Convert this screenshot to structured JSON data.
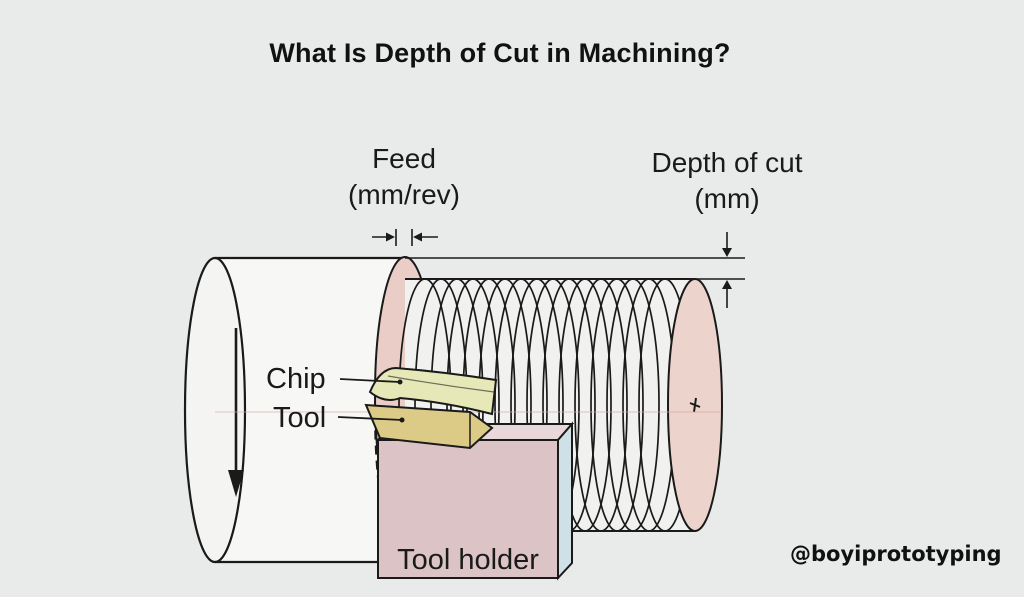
{
  "title": "What Is Depth of Cut in Machining?",
  "labels": {
    "feed_line1": "Feed",
    "feed_line2": "(mm/rev)",
    "depth_line1": "Depth of cut",
    "depth_line2": "(mm)",
    "chip": "Chip",
    "tool": "Tool",
    "tool_holder": "Tool holder"
  },
  "watermark": "@boyiprototyping",
  "colors": {
    "background": "#e9ebea",
    "cut_face": "#e9cdc6",
    "chip_fill": "#e6e8b8",
    "tool_fill": "#dccb86",
    "holder_fill": "#dcc3c6",
    "holder_side": "#cfe0e6",
    "outline": "#1a1a1a"
  }
}
